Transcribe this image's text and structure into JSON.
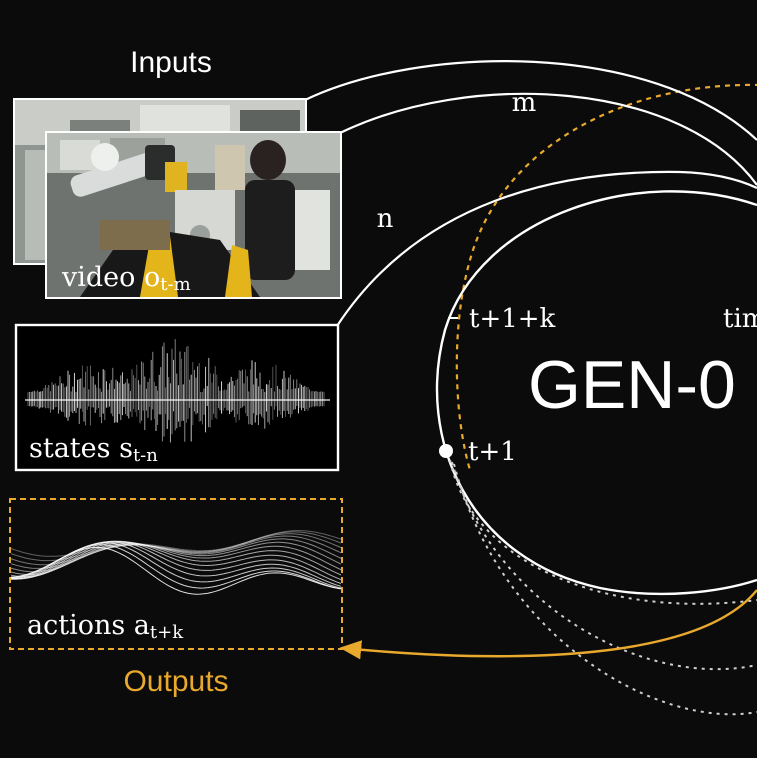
{
  "diagram": {
    "inputs_title": "Inputs",
    "outputs_title": "Outputs",
    "model_name": "GEN-0",
    "edge_labels": {
      "m": "m",
      "n": "n"
    },
    "time_markers": {
      "t_plus_1_plus_k": "t+1+k",
      "t_plus_1": "t+1",
      "time_axis": "time"
    },
    "panels": {
      "video": {
        "label": "video ",
        "symbol": "o",
        "subscript": "t-m"
      },
      "states": {
        "label": "states ",
        "symbol": "s",
        "subscript": "t-n"
      },
      "actions": {
        "label": "actions ",
        "symbol": "a",
        "subscript": "t+k"
      }
    },
    "colors": {
      "background": "#0b0b0b",
      "line": "#ffffff",
      "accent": "#e8a92d"
    }
  }
}
